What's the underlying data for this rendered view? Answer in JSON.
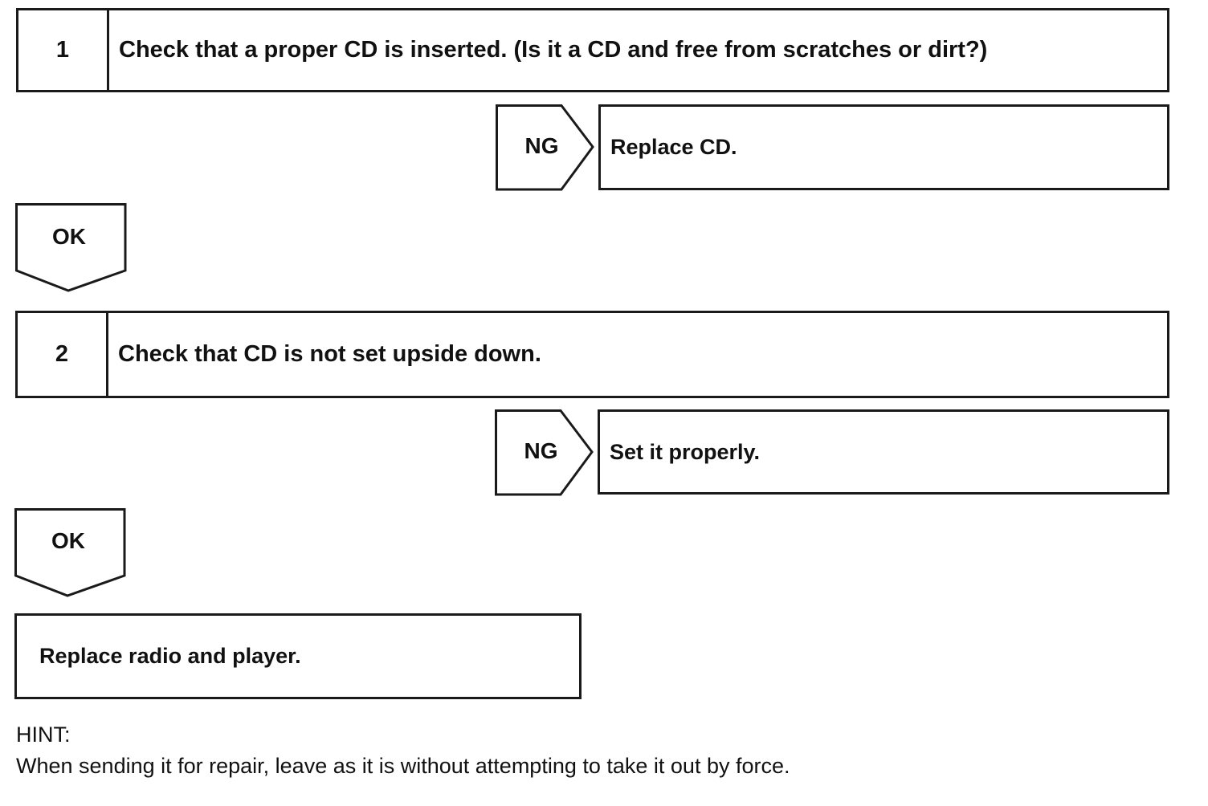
{
  "steps": [
    {
      "number": "1",
      "text": "Check that a proper CD is inserted. (Is it a CD and free from scratches or dirt?)",
      "ng_label": "NG",
      "ng_action": "Replace CD.",
      "ok_label": "OK"
    },
    {
      "number": "2",
      "text": "Check that CD is not set upside down.",
      "ng_label": "NG",
      "ng_action": "Set it properly.",
      "ok_label": "OK"
    }
  ],
  "final_action": "Replace radio and player.",
  "hint": {
    "title": "HINT:",
    "body": "When sending it for repair, leave as it is without attempting to take it out by force."
  }
}
